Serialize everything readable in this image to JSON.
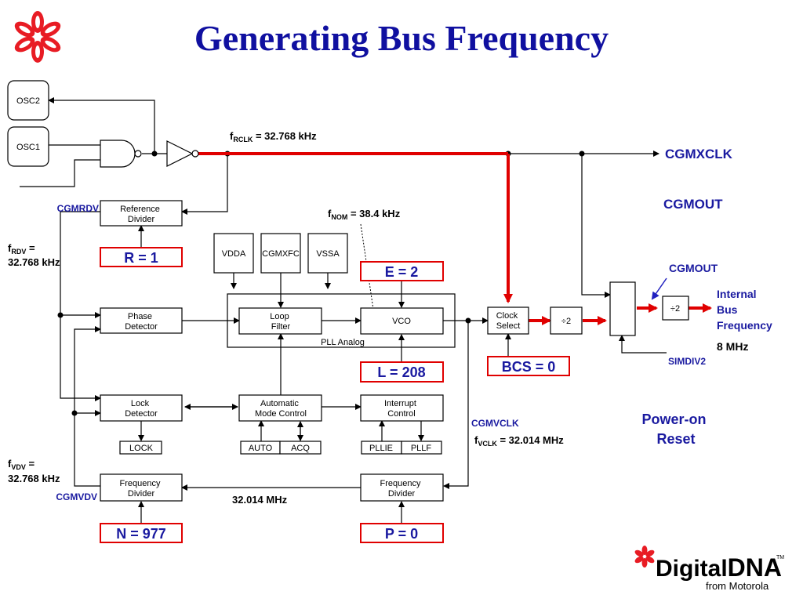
{
  "title": "Generating Bus Frequency",
  "logo": {
    "icon": "motorola-asterisk-icon",
    "brand_a": "Digital",
    "brand_b": "DNA",
    "tm": "TM",
    "sub": "from Motorola"
  },
  "colors": {
    "title": "#1010a0",
    "red": "#e00000",
    "blue_text": "#1a1aa0",
    "logo_red": "#e81c24"
  },
  "blocks": {
    "osc2": "OSC2",
    "osc1": "OSC1",
    "ref_div": [
      "Reference",
      "Divider"
    ],
    "phase_det": [
      "Phase",
      "Detector"
    ],
    "loop_filter": [
      "Loop",
      "Filter"
    ],
    "vco": "VCO",
    "pll_analog": "PLL Analog",
    "vdda": "VDDA",
    "cgmxfc": "CGMXFC",
    "vssa": "VSSA",
    "clock_select": [
      "Clock",
      "Select"
    ],
    "div2": "÷2",
    "div2b": "÷2",
    "lock_det": [
      "Lock",
      "Detector"
    ],
    "auto_mode": [
      "Automatic",
      "Mode Control"
    ],
    "int_ctrl": [
      "Interrupt",
      "Control"
    ],
    "lock": "LOCK",
    "auto": "AUTO",
    "acq": "ACQ",
    "pllie": "PLLIE",
    "pllf": "PLLF",
    "freq_div_l": [
      "Frequency",
      "Divider"
    ],
    "freq_div_r": [
      "Frequency",
      "Divider"
    ]
  },
  "params": {
    "r": "R = 1",
    "e": "E = 2",
    "l": "L = 208",
    "bcs": "BCS = 0",
    "n": "N = 977",
    "p": "P = 0"
  },
  "labels": {
    "frclk_f": "f",
    "frclk_sub": "RCLK",
    "frclk_val": " = 32.768 kHz",
    "fnom_f": "f",
    "fnom_sub": "NOM",
    "fnom_val": " = 38.4 kHz",
    "frdv_f": "f",
    "frdv_sub": "RDV",
    "frdv_val": " =",
    "frdv_line2": "32.768 kHz",
    "fvdv_f": "f",
    "fvdv_sub": "VDV",
    "fvdv_val": " =",
    "fvdv_line2": "32.768 kHz",
    "fvclk_f": "f",
    "fvclk_sub": "VCLK",
    "fvclk_val": " = 32.014 MHz",
    "cgmrdv": "CGMRDV",
    "cgmvdv": "CGMVDV",
    "cgmvclk": "CGMVCLK",
    "cgmxclk": "CGMXCLK",
    "cgmout_big": "CGMOUT",
    "cgmout_small": "CGMOUT",
    "simdiv2": "SIMDIV2",
    "internal_bus": [
      "Internal",
      "Bus",
      "Frequency"
    ],
    "eight_mhz": "8 MHz",
    "power_on": [
      "Power-on",
      "Reset"
    ],
    "mid_freq": "32.014 MHz"
  }
}
